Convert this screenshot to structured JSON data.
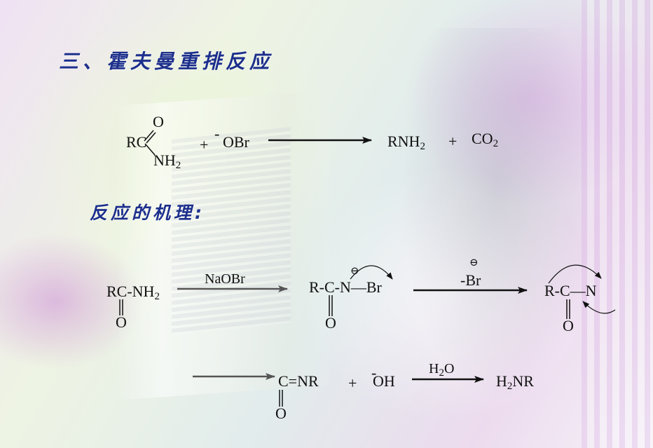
{
  "heading": "三、霍夫曼重排反应",
  "mechanism_label": "反应的机理:",
  "overall": {
    "reactant_rc": "RC",
    "reactant_o": "O",
    "reactant_nh2": "NH",
    "sub2": "2",
    "plus": "+",
    "charge_minus": "-",
    "reagent": "OBr",
    "product_rnh": "RNH",
    "product_co": "CO"
  },
  "mechanism": {
    "step1": {
      "reactant": "RC-NH",
      "carbonyl_o": "O",
      "reagent": "NaOBr"
    },
    "step2": {
      "intermediate": "R-C-N—Br",
      "anion_mark": "⊖",
      "carbonyl_o": "O",
      "loss_label": "-Br",
      "loss_mark": "⊖"
    },
    "step3": {
      "nitrene": "R-C—N",
      "carbonyl_o": "O"
    },
    "step4": {
      "isocyanate": "C=NR",
      "carbonyl_o": "O",
      "plus": "+",
      "charge_minus": "-",
      "hydroxide": "OH",
      "water_h": "H",
      "water_o": "O",
      "product_h": "H",
      "product_nr": "NR"
    }
  }
}
